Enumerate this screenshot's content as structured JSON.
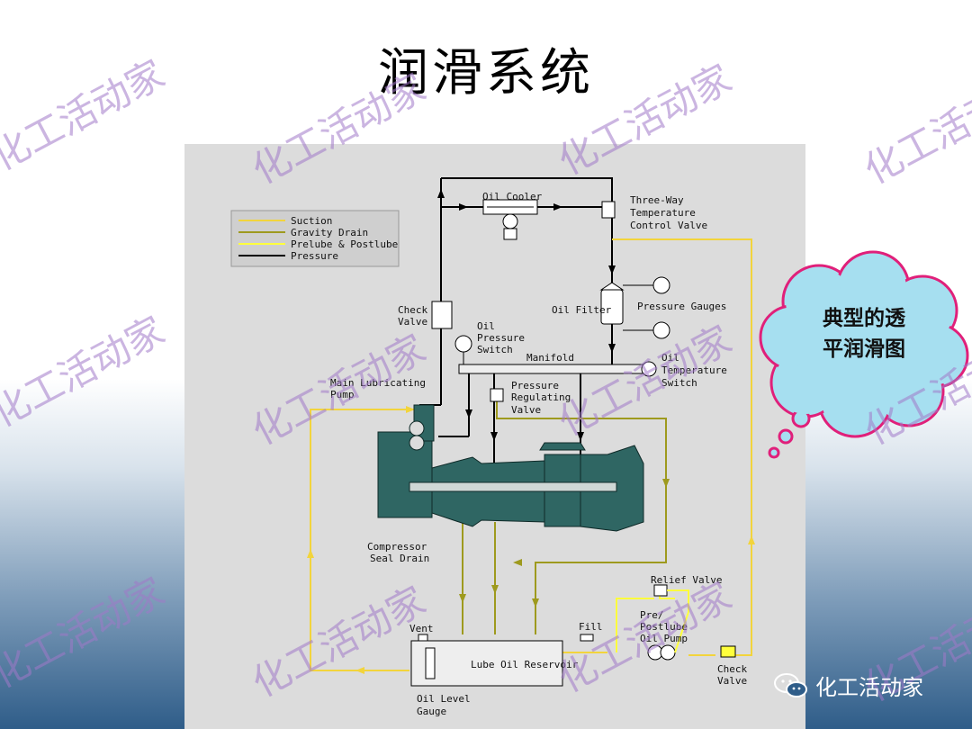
{
  "slide": {
    "title": "润滑系统"
  },
  "watermark": {
    "text": "化工活动家"
  },
  "callout": {
    "line1": "典型的透",
    "line2": "平润滑图"
  },
  "branding": {
    "text": "化工活动家",
    "icon": "wechat-icon"
  },
  "legend": [
    {
      "label": "Suction",
      "color": "#f2d43c"
    },
    {
      "label": "Gravity Drain",
      "color": "#9e9a1e"
    },
    {
      "label": "Prelube & Postlube",
      "color": "#ffff3c"
    },
    {
      "label": "Pressure",
      "color": "#000000"
    }
  ],
  "labels": {
    "oil_cooler": "Oil Cooler",
    "three_way_1": "Three-Way",
    "three_way_2": "Temperature",
    "three_way_3": "Control Valve",
    "check_valve_1": "Check",
    "check_valve_2": "Valve",
    "oil_pressure_1": "Oil",
    "oil_pressure_2": "Pressure",
    "oil_pressure_3": "Switch",
    "oil_filter": "Oil Filter",
    "pressure_gauges": "Pressure Gauges",
    "manifold": "Manifold",
    "oil_temp_1": "Oil",
    "oil_temp_2": "Temperature",
    "oil_temp_3": "Switch",
    "main_pump_1": "Main Lubricating",
    "main_pump_2": "Pump",
    "prv_1": "Pressure",
    "prv_2": "Regulating",
    "prv_3": "Valve",
    "comp_seal_1": "Compressor",
    "comp_seal_2": "Seal Drain",
    "relief_valve": "Relief Valve",
    "prepost_1": "Pre/",
    "prepost_2": "Postlube",
    "prepost_3": "Oil Pump",
    "vent": "Vent",
    "fill": "Fill",
    "reservoir": "Lube Oil Reservoir",
    "check_valve_b1": "Check",
    "check_valve_b2": "Valve",
    "level_gauge_1": "Oil Level",
    "level_gauge_2": "Gauge"
  },
  "colors": {
    "panel": "#dcdcdc",
    "suction": "#f2d43c",
    "gravity_drain": "#9e9a1e",
    "prelube": "#ffff3c",
    "pressure": "#000000",
    "machine": "#2f6663",
    "cloud_fill": "#a6dff0",
    "cloud_stroke": "#e0207a"
  }
}
